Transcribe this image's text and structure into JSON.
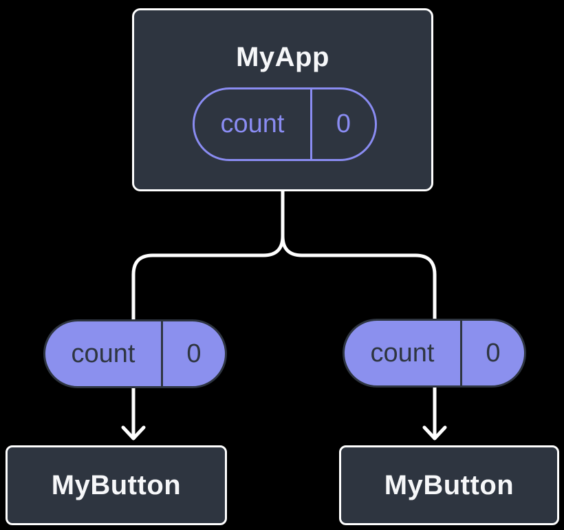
{
  "background": "#000000",
  "colors": {
    "node_fill": "#2E3540",
    "node_border": "#FFFFFF",
    "node_text": "#F6F7F9",
    "accent_purple": "#8A8CF2",
    "pill_fill": "#8B90EE",
    "pill_dark_text": "#2E3540",
    "connector_line": "#FFFFFF"
  },
  "tree": {
    "root": {
      "title": "MyApp",
      "state_pill": {
        "label": "count",
        "value": "0"
      }
    },
    "branches": [
      {
        "prop_pill": {
          "label": "count",
          "value": "0"
        },
        "child": {
          "title": "MyButton"
        }
      },
      {
        "prop_pill": {
          "label": "count",
          "value": "0"
        },
        "child": {
          "title": "MyButton"
        }
      }
    ]
  }
}
